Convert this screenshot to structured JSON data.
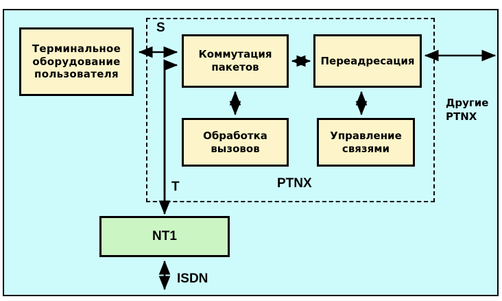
{
  "diagram": {
    "title": "PTNX / ISDN structural block diagram",
    "background_color": "#cdfbfc",
    "box_fill_yellow": "#fdf5c9",
    "box_fill_green": "#ccf5c4",
    "stroke_color": "#000000",
    "boundary": {
      "name": "PTNX",
      "label": "PTNX",
      "style": "dashed"
    },
    "boxes": [
      {
        "id": "terminal",
        "lines": [
          "Терминальное",
          "оборудование",
          "пользователя"
        ],
        "fill": "#fdf5c9"
      },
      {
        "id": "switching",
        "lines": [
          "Коммутация",
          "пакетов"
        ],
        "fill": "#fdf5c9"
      },
      {
        "id": "forwarding",
        "lines": [
          "Переадресация"
        ],
        "fill": "#fdf5c9"
      },
      {
        "id": "callproc",
        "lines": [
          "Обработка",
          "вызовов"
        ],
        "fill": "#fdf5c9"
      },
      {
        "id": "linkctrl",
        "lines": [
          "Управление",
          "связями"
        ],
        "fill": "#fdf5c9"
      },
      {
        "id": "nt1",
        "lines": [
          "NT1"
        ],
        "fill": "#ccf5c4"
      }
    ],
    "interface_labels": {
      "s": "S",
      "t": "T",
      "isdn": "ISDN",
      "ptnx": "PTNX"
    },
    "external": {
      "other_ptnx_line1": "Другие",
      "other_ptnx_line2": "PTNX"
    },
    "connections": [
      {
        "id": "terminal-switching",
        "from": "terminal",
        "to": "switching",
        "arrows": "both",
        "interface": "S"
      },
      {
        "id": "t-switching",
        "from": "T-bus",
        "to": "switching",
        "arrows": "to"
      },
      {
        "id": "switching-forwarding",
        "from": "switching",
        "to": "forwarding",
        "arrows": "both"
      },
      {
        "id": "switching-callproc",
        "from": "switching",
        "to": "callproc",
        "arrows": "both"
      },
      {
        "id": "forwarding-linkctrl",
        "from": "forwarding",
        "to": "linkctrl",
        "arrows": "both"
      },
      {
        "id": "forwarding-other",
        "from": "forwarding",
        "to": "Другие PTNX",
        "arrows": "both"
      },
      {
        "id": "t-nt1",
        "from": "T-bus",
        "to": "nt1",
        "arrows": "to",
        "interface": "T"
      },
      {
        "id": "nt1-isdn",
        "from": "nt1",
        "to": "ISDN",
        "arrows": "both",
        "interface": "ISDN"
      }
    ]
  }
}
